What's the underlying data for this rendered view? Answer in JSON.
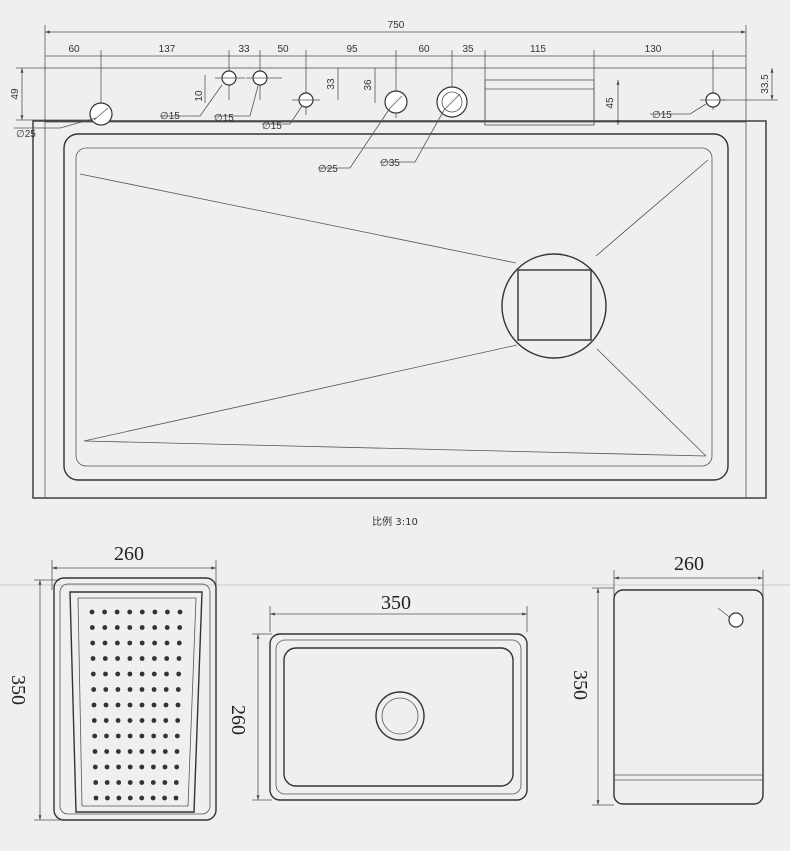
{
  "top_view": {
    "overall_width": "750",
    "top_dims": [
      "60",
      "137",
      "33",
      "50",
      "95",
      "60",
      "35",
      "115",
      "130"
    ],
    "left_dim": "49",
    "right_dim": "33.5",
    "dim_10": "10",
    "dim_33": "33",
    "dim_36": "36",
    "dim_45": "45",
    "hole_labels": {
      "h25_left": "∅25",
      "h15_a": "∅15",
      "h15_b": "∅15",
      "h15_c": "∅15",
      "h25_mid": "∅25",
      "h35": "∅35",
      "h15_right": "∅15"
    },
    "scale": "比例 3:10"
  },
  "colander": {
    "width": "260",
    "height": "350"
  },
  "bowl": {
    "width": "350",
    "height": "260"
  },
  "board": {
    "width": "260",
    "height": "350"
  }
}
